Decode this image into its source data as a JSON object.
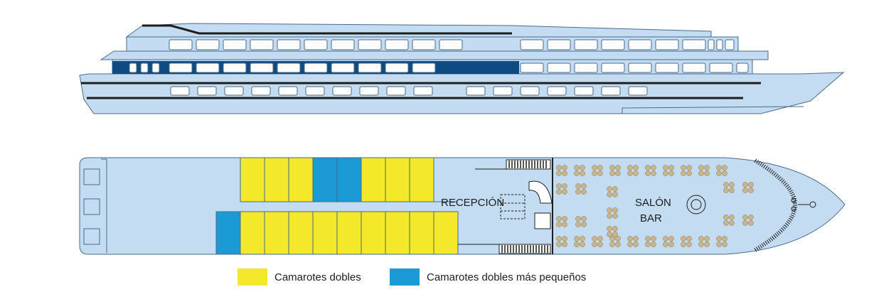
{
  "labels": {
    "reception": "RECEPCIÓN",
    "salon_line1": "SALÓN",
    "salon_line2": "BAR"
  },
  "legend": [
    {
      "label": "Camarotes dobles",
      "color": "#f4e82a"
    },
    {
      "label": "Camarotes dobles más pequeños",
      "color": "#1b9ad6"
    }
  ],
  "colors": {
    "hull": "#c3dcf2",
    "outline": "#4a6a8a",
    "dark_window": "#0d4b82",
    "deck": "#c3dcf2",
    "cabin_yellow": "#f4e82a",
    "cabin_blue": "#1b9ad6",
    "table": "#c8b58c"
  },
  "cabins": {
    "top_row": [
      "yellow",
      "yellow",
      "yellow",
      "blue",
      "blue",
      "yellow",
      "yellow",
      "yellow"
    ],
    "bottom_row": [
      "blue",
      "yellow",
      "yellow",
      "yellow",
      "yellow",
      "yellow",
      "yellow",
      "yellow",
      "yellow",
      "yellow"
    ]
  }
}
